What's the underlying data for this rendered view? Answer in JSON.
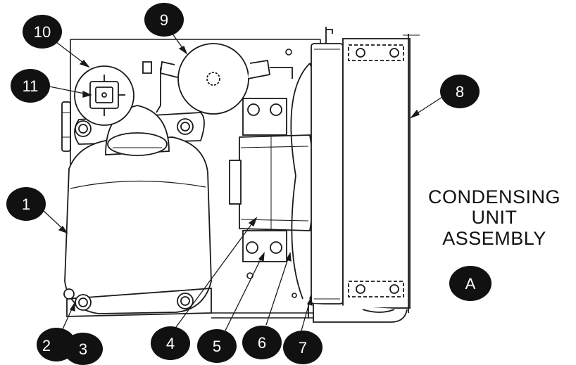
{
  "title": {
    "line1": "CONDENSING",
    "line2": "UNIT",
    "line3": "ASSEMBLY"
  },
  "assembly_badge": "A",
  "callouts": [
    "1",
    "2",
    "3",
    "4",
    "5",
    "6",
    "7",
    "8",
    "9",
    "10",
    "11"
  ],
  "colors": {
    "ink": "#1a1a1a",
    "badge": "#111111",
    "badge_text": "#ffffff",
    "background": "#ffffff"
  }
}
